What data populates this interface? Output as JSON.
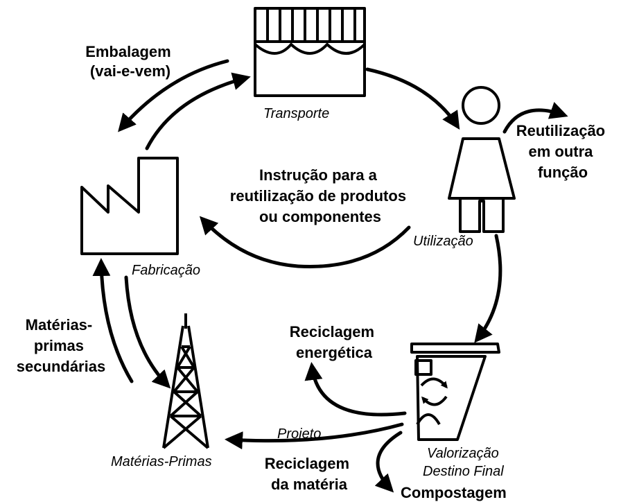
{
  "stages": {
    "transporte": "Transporte",
    "utilizacao": "Utilização",
    "valorizacao": [
      "Valorização",
      "Destino Final"
    ],
    "materias_primas": "Matérias-Primas",
    "fabricacao": "Fabricação"
  },
  "flows": {
    "embalagem": [
      "Embalagem",
      "(vai-e-vem)"
    ],
    "reutilizacao_funcao": [
      "Reutilização",
      "em outra",
      "função"
    ],
    "instrucao": [
      "Instrução para a",
      "reutilização de produtos",
      "ou componentes"
    ],
    "reciclagem_energetica": [
      "Reciclagem",
      "energética"
    ],
    "projeto": "Projeto",
    "reciclagem_materia": [
      "Reciclagem",
      "da matéria"
    ],
    "compostagem": "Compostagem",
    "materias_secundarias": [
      "Matérias-",
      "primas",
      "secundárias"
    ]
  },
  "icons": {
    "transport": "truck-container-icon",
    "user": "person-icon",
    "bin": "recycling-bin-icon",
    "tower": "lattice-tower-icon",
    "factory": "factory-icon"
  }
}
